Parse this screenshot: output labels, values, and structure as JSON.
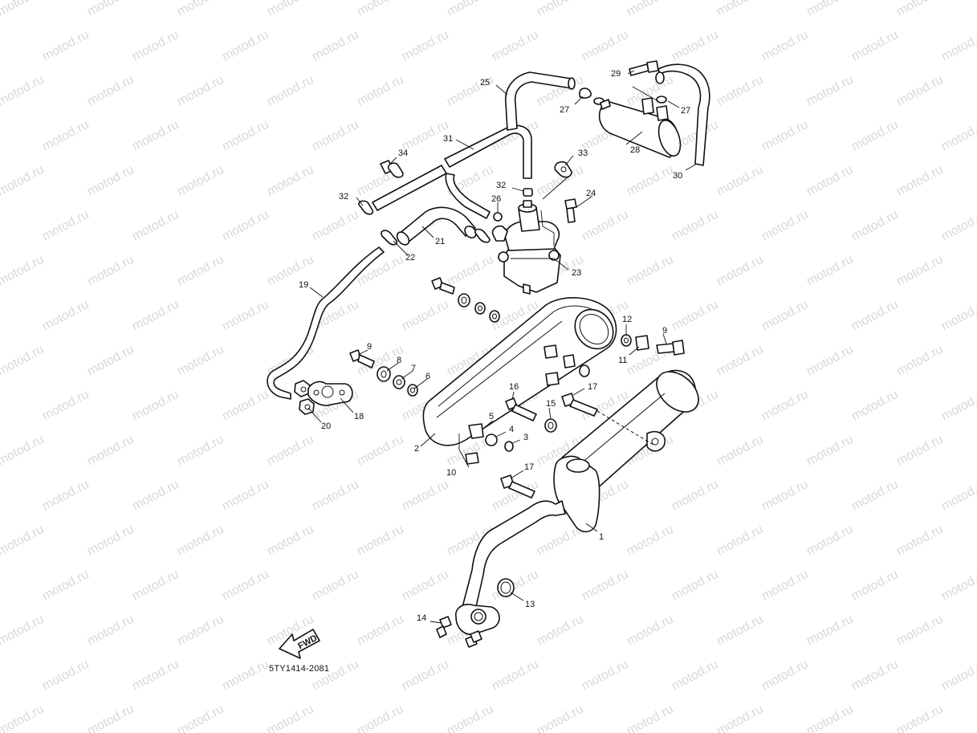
{
  "watermark": "motod.ru",
  "diagram_code": "5TY1414-2081",
  "fwd_label": "FWD",
  "callouts": [
    "1",
    "2",
    "3",
    "4",
    "5",
    "6",
    "7",
    "8",
    "9",
    "9",
    "10",
    "11",
    "12",
    "13",
    "14",
    "15",
    "16",
    "17",
    "17",
    "18",
    "19",
    "20",
    "21",
    "22",
    "23",
    "24",
    "25",
    "26",
    "27",
    "27",
    "28",
    "29",
    "30",
    "31",
    "32",
    "32",
    "33",
    "34"
  ],
  "colors": {
    "line": "#111111",
    "watermark": "#d9d9d9",
    "background": "#ffffff"
  }
}
